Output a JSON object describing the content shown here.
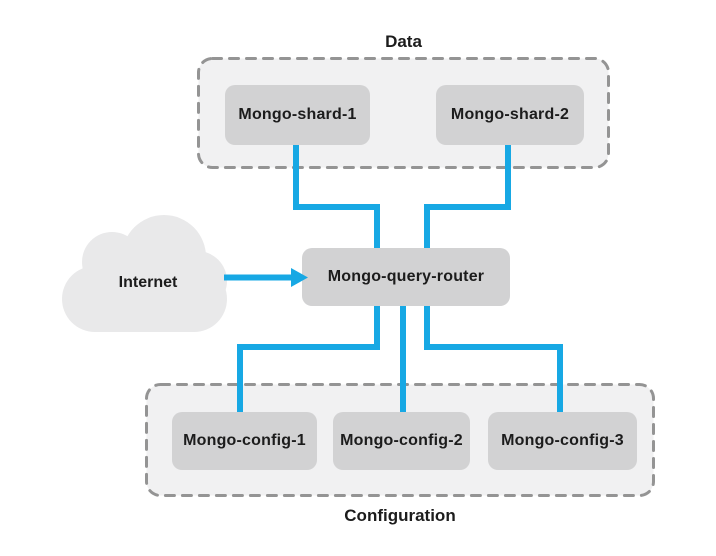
{
  "diagram": {
    "data_group": {
      "label": "Data",
      "nodes": [
        {
          "label": "Mongo-shard-1"
        },
        {
          "label": "Mongo-shard-2"
        }
      ]
    },
    "internet": {
      "label": "Internet"
    },
    "router": {
      "label": "Mongo-query-router"
    },
    "config_group": {
      "label": "Configuration",
      "nodes": [
        {
          "label": "Mongo-config-1"
        },
        {
          "label": "Mongo-config-2"
        },
        {
          "label": "Mongo-config-3"
        }
      ]
    }
  },
  "colors": {
    "accent_blue": "#17A8E4",
    "node_fill": "#D2D2D3",
    "group_fill": "#F1F1F2",
    "group_border_dash": "#949494",
    "cloud_fill": "#E9E9EA",
    "text": "#1C1C1C",
    "background": "#FFFFFF"
  },
  "icons": {
    "cloud": "cloud-icon",
    "arrow": "arrow-right-icon"
  }
}
